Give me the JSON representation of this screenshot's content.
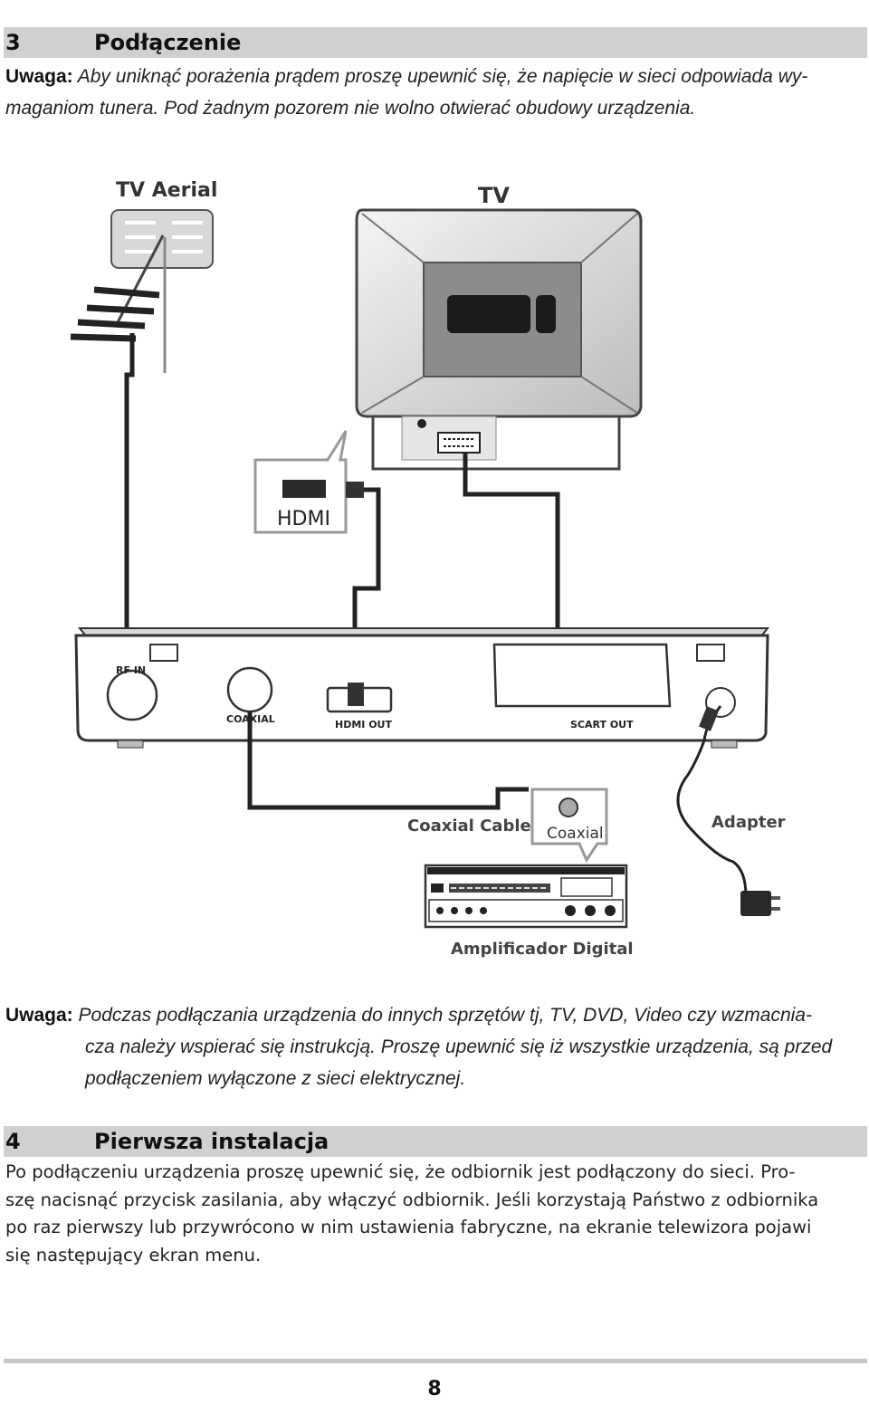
{
  "section3": {
    "number": "3",
    "title": "Podłączenie",
    "note_label": "Uwaga:",
    "note_line1": "Aby uniknąć porażenia prądem proszę upewnić się, że napięcie w sieci odpowiada wy-",
    "note_line2": "maganiom tunera. Pod żadnym pozorem nie wolno otwierać obudowy urządzenia."
  },
  "diagram": {
    "tv_aerial_label": "TV Aerial",
    "tv_label": "TV",
    "hdmi_label": "HDMI",
    "rf_in_label": "RF IN",
    "coaxial_port_label": "COAXIAL",
    "hdmi_out_label": "HDMI OUT",
    "scart_out_label": "SCART OUT",
    "coaxial_cable_label": "Coaxial Cable",
    "coaxial_label": "Coaxial",
    "adapter_label": "Adapter",
    "amplifier_label": "Amplificador Digital"
  },
  "note2": {
    "label": "Uwaga:",
    "line1": "Podczas podłączania urządzenia do innych sprzętów tj, TV, DVD, Video czy wzmacnia-",
    "line2": "cza należy wspierać się instrukcją. Proszę upewnić się iż wszystkie urządzenia, są przed",
    "line3": "podłączeniem wyłączone z sieci elektrycznej."
  },
  "section4": {
    "number": "4",
    "title": "Pierwsza instalacja",
    "line1": "Po podłączeniu urządzenia proszę upewnić się, że odbiornik jest podłączony do sieci. Pro-",
    "line2": "szę nacisnąć przycisk zasilania, aby włączyć odbiornik. Jeśli korzystają Państwo z odbiornika",
    "line3": "po raz pierwszy lub przywrócono w nim ustawienia fabryczne, na ekranie telewizora pojawi",
    "line4": "się następujący ekran menu."
  },
  "page_number": "8"
}
